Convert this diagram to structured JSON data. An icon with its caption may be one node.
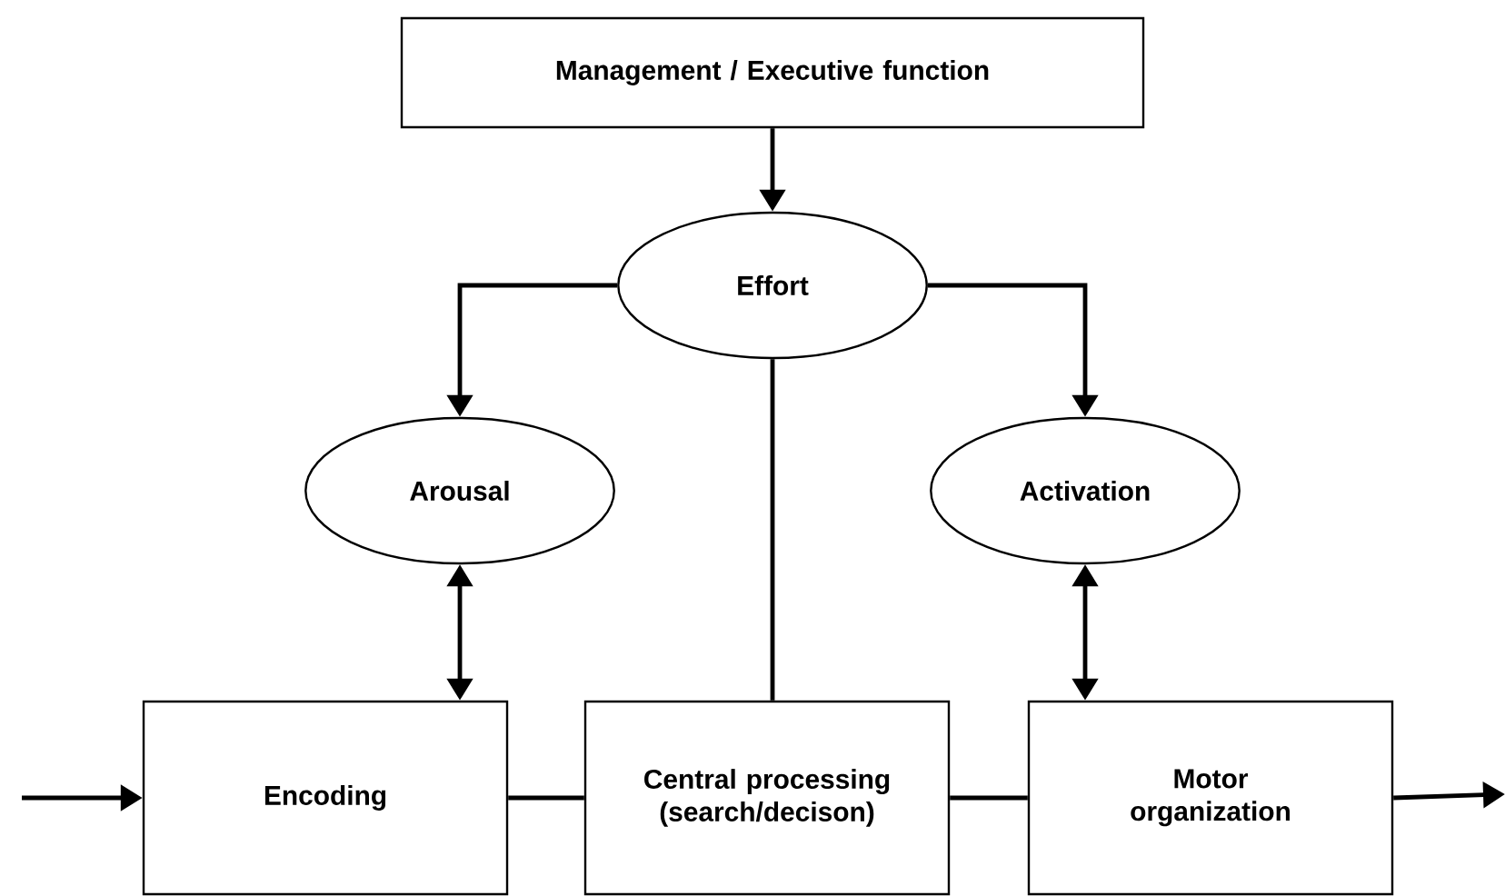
{
  "diagram": {
    "nodes": [
      {
        "text": [
          "Management / Executive function"
        ]
      },
      {
        "text": [
          "Effort"
        ]
      },
      {
        "text": [
          "Arousal"
        ]
      },
      {
        "text": [
          "Activation"
        ]
      },
      {
        "text": [
          "Encoding"
        ]
      },
      {
        "text": [
          "Central processing (search/decison)"
        ]
      },
      {
        "text": [
          "Motor organization"
        ]
      }
    ],
    "edges": [
      {
        "from": 0,
        "to": 1,
        "arrow": "to"
      },
      {
        "from": 1,
        "to": 2,
        "arrow": "to"
      },
      {
        "from": 1,
        "to": 3,
        "arrow": "to"
      },
      {
        "from": 1,
        "to": 5,
        "arrow": "none"
      },
      {
        "from": 2,
        "to": 4,
        "arrow": "both"
      },
      {
        "from": 3,
        "to": 6,
        "arrow": "both"
      },
      {
        "from": null,
        "to": 4,
        "arrow": "to"
      },
      {
        "from": 4,
        "to": 5,
        "arrow": "none"
      },
      {
        "from": 5,
        "to": 6,
        "arrow": "none"
      },
      {
        "from": 6,
        "to": null,
        "arrow": "to"
      }
    ]
  }
}
